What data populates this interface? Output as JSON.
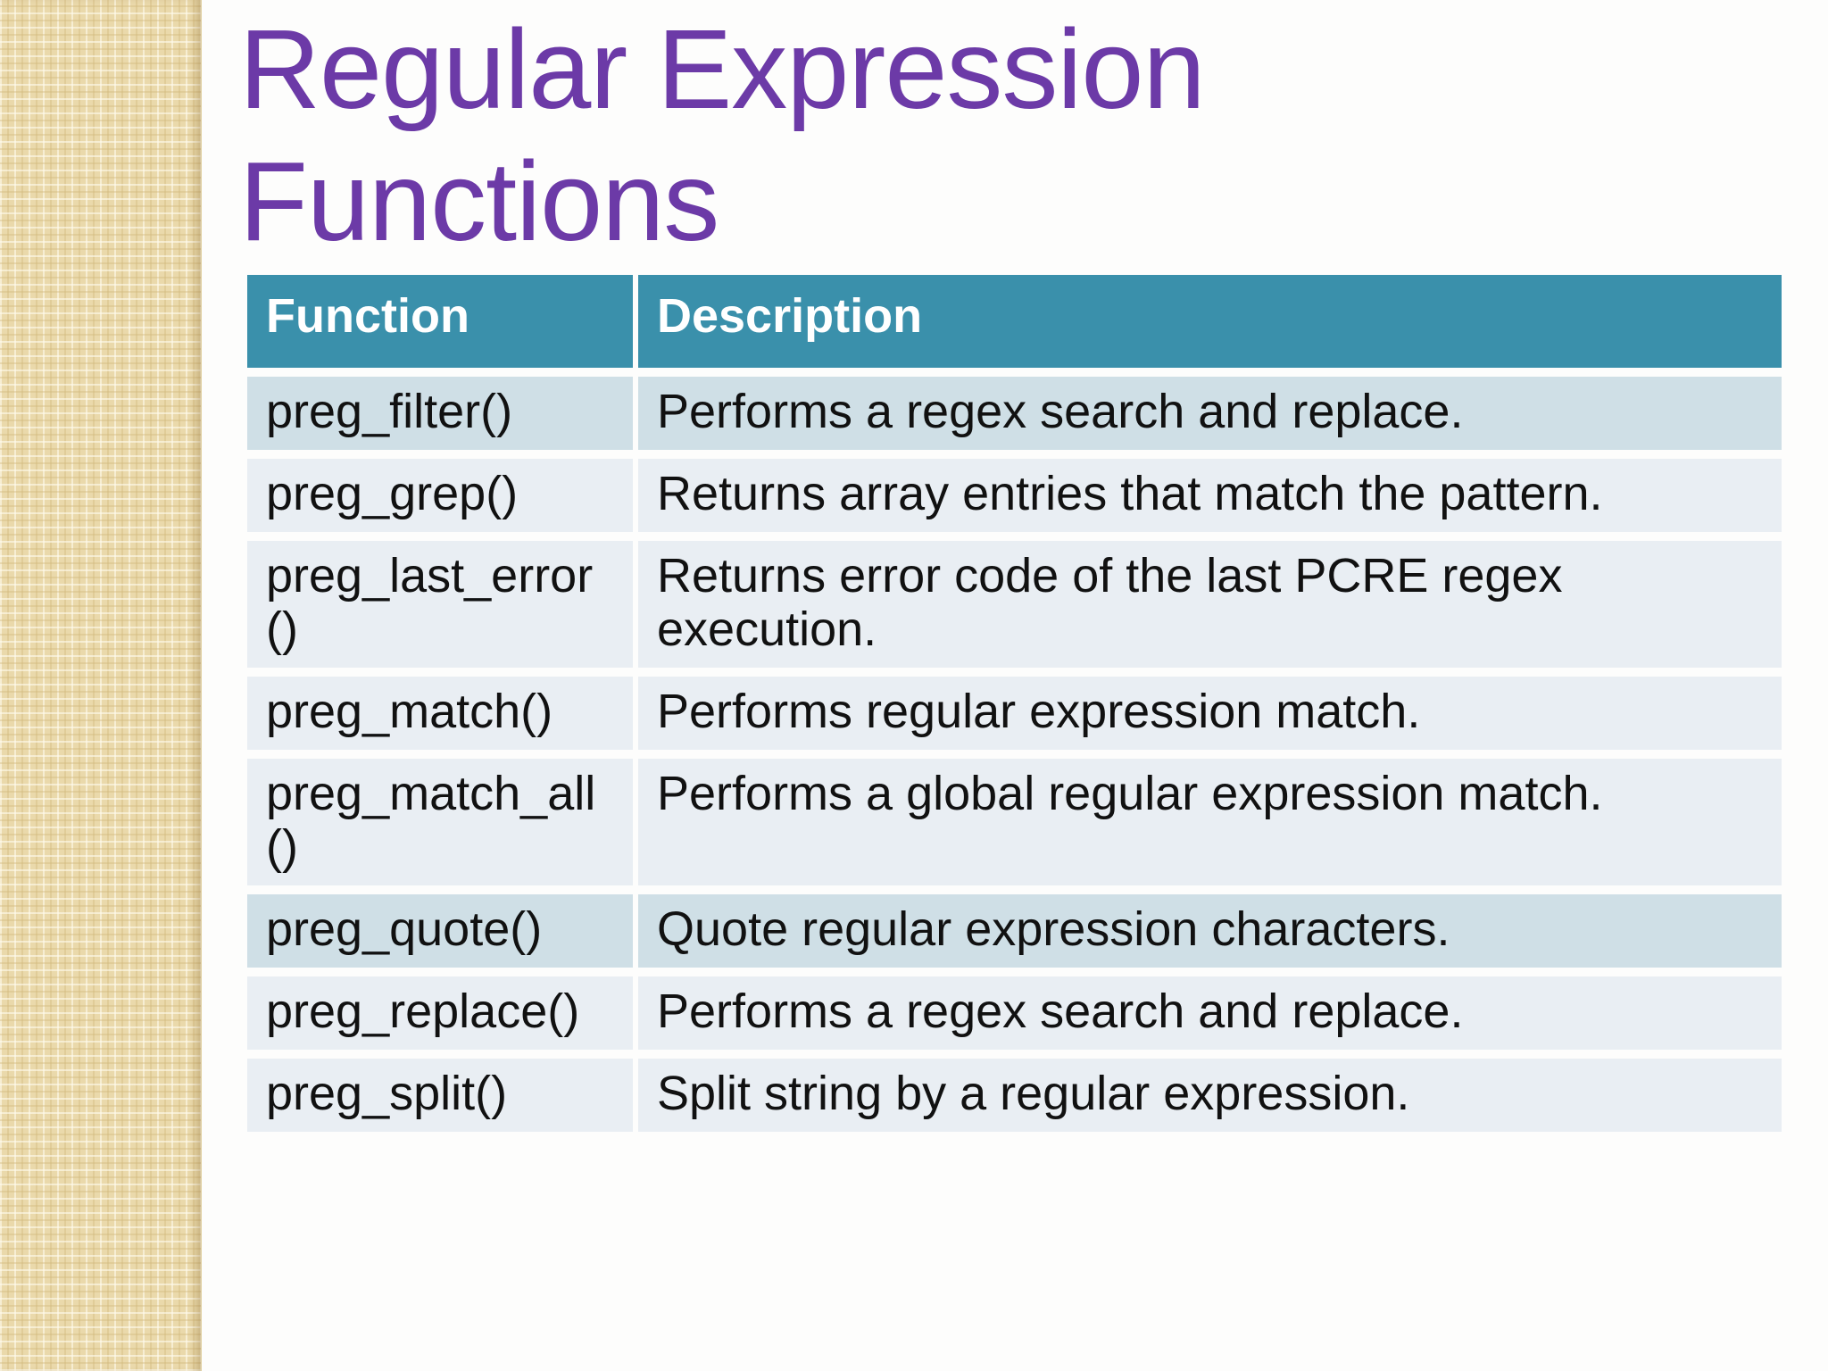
{
  "slide": {
    "title_lines": [
      "Regular Expression",
      "Functions"
    ],
    "colors": {
      "title_purple": "#6c3aa7",
      "header_teal": "#3a90ab",
      "row_dark": "#cfdfe6",
      "row_light": "#e9eef3",
      "sidebar_beige": "#ead9ab",
      "slide_bg": "#fdfdfc",
      "header_text": "#ffffff",
      "body_text": "#111111"
    }
  },
  "table": {
    "columns": [
      "Function",
      "Description"
    ],
    "rows": [
      {
        "function": "preg_filter()",
        "description": "Performs a regex search and replace.",
        "band": "dark"
      },
      {
        "function": "preg_grep()",
        "description": "Returns array entries that match the pattern.",
        "band": "light"
      },
      {
        "function": "preg_last_error\n()",
        "description": "Returns error code of the last PCRE regex\nexecution.",
        "band": "light"
      },
      {
        "function": "preg_match()",
        "description": "Performs regular expression match.",
        "band": "light"
      },
      {
        "function": "preg_match_all\n()",
        "description": "Performs a global regular expression match.",
        "band": "light"
      },
      {
        "function": "preg_quote()",
        "description": "Quote regular expression characters.",
        "band": "dark"
      },
      {
        "function": "preg_replace()",
        "description": "Performs a regex search and replace.",
        "band": "light"
      },
      {
        "function": "preg_split()",
        "description": "Split string by a regular expression.",
        "band": "light"
      }
    ]
  }
}
